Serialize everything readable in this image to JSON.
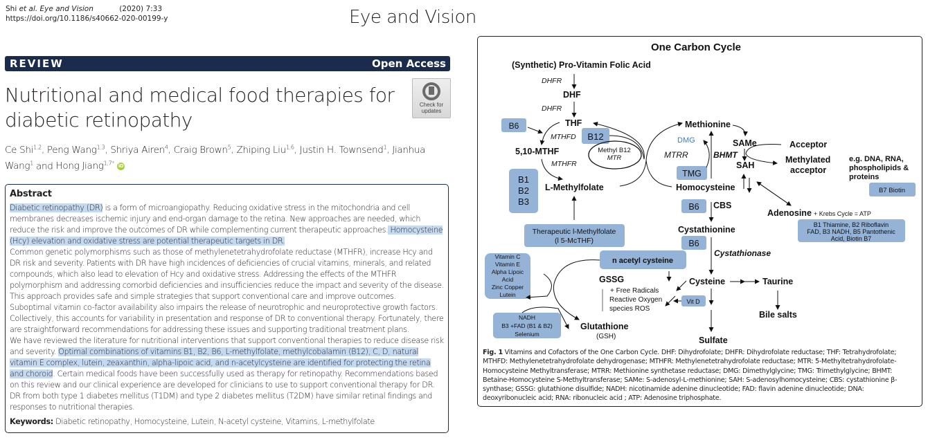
{
  "header": {
    "citation_authors": "Shi",
    "citation_etal": "et al.",
    "citation_journal": "Eye and Vision",
    "citation_year_vol": "(2020) 7:33",
    "doi": "https://doi.org/10.1186/s40662-020-00199-y",
    "journal_name": "Eye and Vision"
  },
  "banner": {
    "type": "REVIEW",
    "access": "Open Access"
  },
  "article": {
    "title": "Nutritional and medical food therapies for diabetic retinopathy",
    "check_updates": "Check for updates",
    "authors": [
      {
        "name": "Ce Shi",
        "aff": "1,2"
      },
      {
        "name": "Peng Wang",
        "aff": "1,3"
      },
      {
        "name": "Shriya Airen",
        "aff": "4"
      },
      {
        "name": "Craig Brown",
        "aff": "5"
      },
      {
        "name": "Zhiping Liu",
        "aff": "1,6"
      },
      {
        "name": "Justin H. Townsend",
        "aff": "1"
      },
      {
        "name": "Jianhua Wang",
        "aff": "1"
      },
      {
        "name": "Hong Jiang",
        "aff": "1,7*"
      }
    ],
    "and_word": "and",
    "orcid_icon": "iD"
  },
  "abstract": {
    "heading": "Abstract",
    "p1_hl1": "Diabetic retinopathy (DR)",
    "p1_a": " is a form of microangiopathy. Reducing oxidative stress in the mitochondria and cell membranes decreases ischemic injury and end-organ damage to the retina. New approaches are needed, which reduce the risk and improve the outcomes of DR while complementing current therapeutic approaches.",
    "p1_hl2": " Homocysteine (Hcy) elevation and oxidative stress are potential therapeutic targets in DR.",
    "p2": "Common genetic polymorphisms such as those of methylenetetrahydrofolate reductase (MTHFR), increase Hcy and DR risk and severity. Patients with DR have high incidences of deficiencies of crucial vitamins, minerals, and related compounds, which also lead to elevation of Hcy and oxidative stress. Addressing the effects of the MTHFR polymorphism and addressing comorbid deficiencies and insufficiencies reduce the impact and severity of the disease. This approach provides safe and simple strategies that support conventional care and improve outcomes.",
    "p3": "Suboptimal vitamin co-factor availability also impairs the release of neurotrophic and neuroprotective growth factors. Collectively, this accounts for variability in presentation and response of DR to conventional therapy. Fortunately, there are straightforward recommendations for addressing these issues and supporting traditional treatment plans.",
    "p4_a": "We have reviewed the literature for nutritional interventions that support conventional therapies to reduce disease risk and severity. ",
    "p4_hl": "Optimal combinations of vitamins B1, B2, B6, L-methylfolate, methylcobalamin (B12), C, D, natural vitamin E complex, lutein, zeaxanthin, alpha-lipoic acid, and n-acetylcysteine are identified for protecting the retina and choroid",
    "p4_b": ". Certain medical foods have been successfully used as therapy for retinopathy. Recommendations based on this review and our clinical experience are developed for clinicians to use to support conventional therapy for DR.",
    "p5": "DR from both type 1 diabetes mellitus (T1DM) and type 2 diabetes mellitus (T2DM) have similar retinal findings and responses to nutritional therapies.",
    "keywords_label": "Keywords:",
    "keywords": " Diabetic retinopathy, Homocysteine, Lutein, N-acetyl cysteine, Vitamins, L-methylfolate",
    "highlight_color": "#c5d9f0"
  },
  "figure": {
    "title": "One Carbon Cycle",
    "box_color": "#94b3d7",
    "dmg_color": "#3a7bd5",
    "nodes": {
      "folic": "(Synthetic) Pro-Vitamin Folic Acid",
      "dhfr1": "DHFR",
      "dhf": "DHF",
      "dhfr2": "DHFR",
      "thf": "THF",
      "mthfd": "MTHFD",
      "mthf": "5,10-MTHF",
      "mthfr": "MTHFR",
      "lmethylfolate": "L-Methylfolate",
      "methylb12": "Methyl B12",
      "mtr": "MTR",
      "methionine": "Methionine",
      "dmg": "DMG",
      "mtrr": "MTRR",
      "bhmt": "BHMT",
      "homocysteine": "Homocysteine",
      "same": "SAMe",
      "sah": "SAH",
      "acceptor": "Acceptor",
      "methylated1": "Methylated",
      "methylated2": "acceptor",
      "eg1": "e.g. DNA, RNA,",
      "eg2": "phospholipids &",
      "eg3": "proteins",
      "cbs": "CBS",
      "adenosine": "Adenosine",
      "krebs": "+ Krebs Cycle = ATP",
      "cystathionine": "Cystathionine",
      "cystathionase": "Cystathionase",
      "gssg": "GSSG",
      "ros1": "+ Free Radicals",
      "ros2": "Reactive Oxygen",
      "ros3": "species ROS",
      "cysteine": "Cysteine",
      "taurine": "Taurine",
      "bile": "Bile salts",
      "glutathione": "Glutathione",
      "gsh": "(GSH)",
      "sulfate": "Sulfate"
    },
    "boxes": {
      "b6_top": "B6",
      "b12": "B12",
      "b123": [
        "B1",
        "B2",
        "B3"
      ],
      "therapeutic": [
        "Therapeutic l-Methylfolate",
        "(l 5-McTHF)"
      ],
      "tmg": "TMG",
      "b6_cbs": "B6",
      "b6_cysta": "B6",
      "b7": "B7 Biotin",
      "bvit": [
        "B1 Thiamine, B2 Riboflavin",
        "FAD, B3 NADH, B5 Pantothenic",
        "Acid, Biotin B7"
      ],
      "antiox": [
        "Vitamin C",
        "Vitamin E",
        "Alpha Lipoic",
        "Acid",
        "Zinc Copper",
        "Lutein"
      ],
      "nac": "n acetyl cysteine",
      "vitd": "Vit D",
      "nadh": [
        "NADH",
        "B3 +FAD (B1 & B2)",
        "Selenium"
      ]
    },
    "caption_label": "Fig. 1",
    "caption": " Vitamins and Cofactors of the One Carbon Cycle. DHF: Dihydrofolate; DHFR: Dihydrofolate reductase; THF: Tetrahydrofolate; MTHFD: Methylenetetrahydrofolate dehydrogenase; MTHFR: Methylenetetrahydrofolate reductase; MTR: 5-Methyltetrahydrofolate-Homocysteine Methyltransferase; MTRR: Methionine synthetase reductase; DMG: Dimethylglycine; TMG: Trimethylglycine; BHMT: Betaine-Homocysteine S-Methyltransferase; SAMe: S-adenosyl-L-methionine; SAH: S-adenosylhomocysteine; CBS: cystathionine β-synthase; GSSG: glutathione disulfide; NADH: nicotinamide adenine dinucleotide; FAD: flavin adenine dinucleotide; DNA: deoxyribonucleic acid; RNA: ribonucleic acid ; ATP: Adenosine triphosphate."
  }
}
